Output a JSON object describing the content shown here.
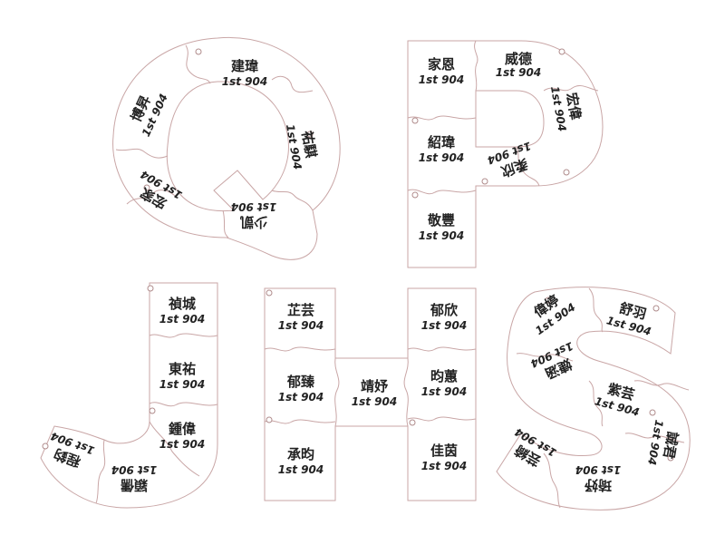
{
  "letters": [
    "Q",
    "P",
    "J",
    "H",
    "S"
  ],
  "pieces": [
    {
      "id": "q1",
      "letter": "Q",
      "name": "建瑋",
      "cls": "1st 904"
    },
    {
      "id": "q2",
      "letter": "Q",
      "name": "博昇",
      "cls": "1st 904"
    },
    {
      "id": "q3",
      "letter": "Q",
      "name": "祐騏",
      "cls": "1st 904"
    },
    {
      "id": "q4",
      "letter": "Q",
      "name": "宏家",
      "cls": "1st 904"
    },
    {
      "id": "q5",
      "letter": "Q",
      "name": "少凱",
      "cls": "1st 904"
    },
    {
      "id": "p1",
      "letter": "P",
      "name": "家恩",
      "cls": "1st 904"
    },
    {
      "id": "p2",
      "letter": "P",
      "name": "威德",
      "cls": "1st 904"
    },
    {
      "id": "p3",
      "letter": "P",
      "name": "紹瑋",
      "cls": "1st 904"
    },
    {
      "id": "p4",
      "letter": "P",
      "name": "宏偉",
      "cls": "1st 904"
    },
    {
      "id": "p5",
      "letter": "P",
      "name": "柔欣",
      "cls": "1st 904"
    },
    {
      "id": "p6",
      "letter": "P",
      "name": "敬豐",
      "cls": "1st 904"
    },
    {
      "id": "j1",
      "letter": "J",
      "name": "禎城",
      "cls": "1st 904"
    },
    {
      "id": "j2",
      "letter": "J",
      "name": "東祐",
      "cls": "1st 904"
    },
    {
      "id": "j3",
      "letter": "J",
      "name": "鍾偉",
      "cls": "1st 904"
    },
    {
      "id": "j4",
      "letter": "J",
      "name": "穎儒",
      "cls": "1st 904"
    },
    {
      "id": "j5",
      "letter": "J",
      "name": "程鈞",
      "cls": "1st 904"
    },
    {
      "id": "h1",
      "letter": "H",
      "name": "芷芸",
      "cls": "1st 904"
    },
    {
      "id": "h2",
      "letter": "H",
      "name": "郁臻",
      "cls": "1st 904"
    },
    {
      "id": "h3",
      "letter": "H",
      "name": "承昀",
      "cls": "1st 904"
    },
    {
      "id": "h4",
      "letter": "H",
      "name": "靖妤",
      "cls": "1st 904"
    },
    {
      "id": "h5",
      "letter": "H",
      "name": "郁欣",
      "cls": "1st 904"
    },
    {
      "id": "h6",
      "letter": "H",
      "name": "昀蕙",
      "cls": "1st 904"
    },
    {
      "id": "h7",
      "letter": "H",
      "name": "佳茵",
      "cls": "1st 904"
    },
    {
      "id": "s1",
      "letter": "S",
      "name": "偉婷",
      "cls": "1st 904"
    },
    {
      "id": "s2",
      "letter": "S",
      "name": "舒羽",
      "cls": "1st 904"
    },
    {
      "id": "s3",
      "letter": "S",
      "name": "婕涵",
      "cls": "1st 904"
    },
    {
      "id": "s4",
      "letter": "S",
      "name": "紫芸",
      "cls": "1st 904"
    },
    {
      "id": "s5",
      "letter": "S",
      "name": "誠君",
      "cls": "1st 904"
    },
    {
      "id": "s6",
      "letter": "S",
      "name": "芸綺",
      "cls": "1st 904"
    },
    {
      "id": "s7",
      "letter": "S",
      "name": "琦妤",
      "cls": "1st 904"
    }
  ]
}
